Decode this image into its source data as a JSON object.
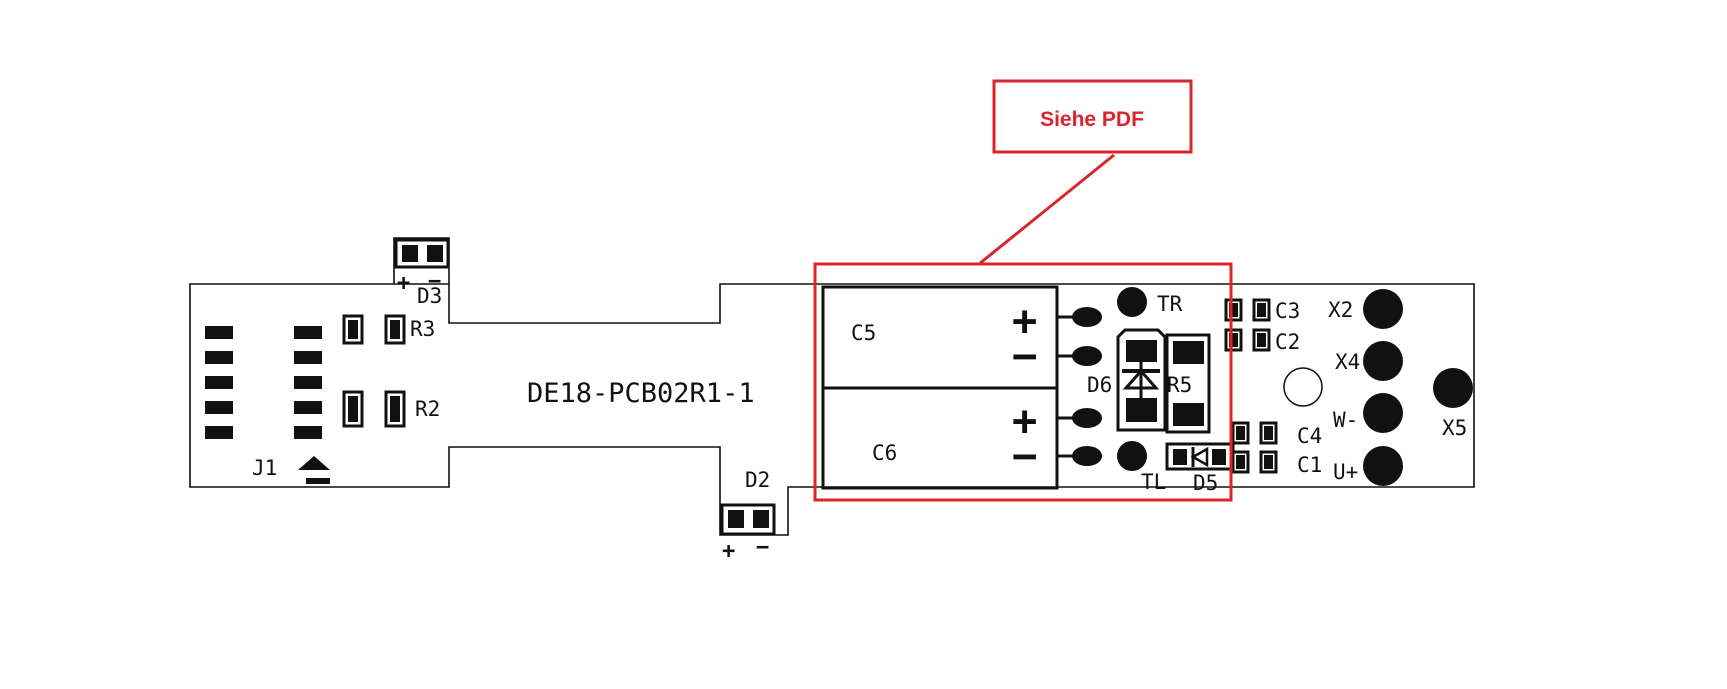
{
  "board": {
    "part_number": "DE18-PCB02R1-1"
  },
  "components": {
    "J1": "J1",
    "R2": "R2",
    "R3": "R3",
    "D2": "D2",
    "D3": "D3",
    "C5": "C5",
    "C6": "C6",
    "D6": "D6",
    "R5": "R5",
    "D5": "D5",
    "C1": "C1",
    "C2": "C2",
    "C3": "C3",
    "C4": "C4",
    "TR": "TR",
    "TL": "TL"
  },
  "connectors": {
    "X2": "X2",
    "X4": "X4",
    "X5": "X5",
    "W": "W-",
    "U": "U+"
  },
  "polarity": {
    "plus": "+",
    "minus": "−"
  },
  "callout": {
    "text": "Siehe PDF",
    "color": "#d9252e"
  }
}
